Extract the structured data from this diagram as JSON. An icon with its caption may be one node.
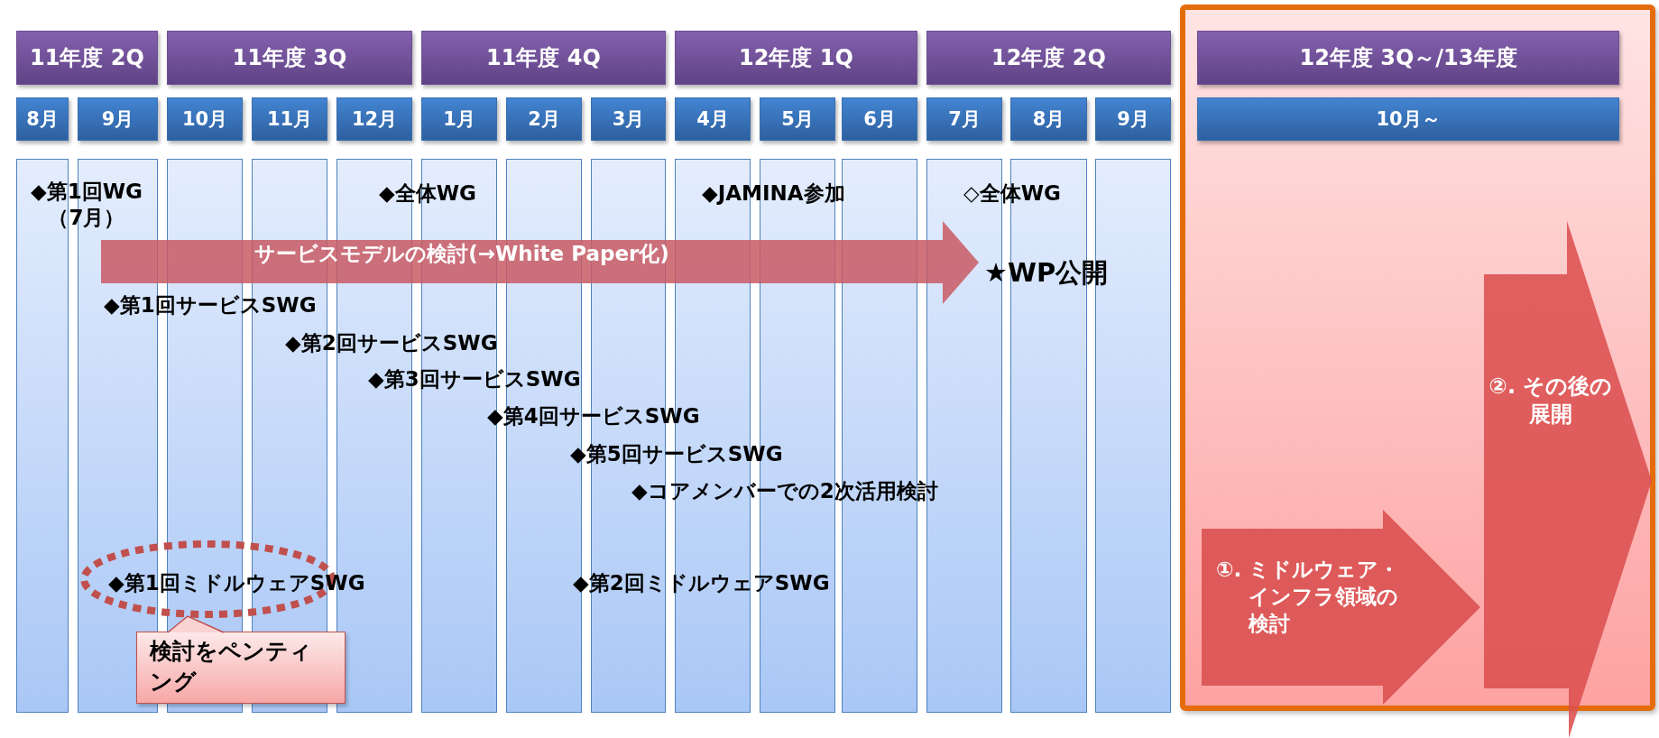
{
  "diagram": {
    "nodes": [
      {
        "text": [],
        "shape": "box"
      },
      {
        "text": [
          "11年度 2Q"
        ]
      },
      {
        "text": [
          "11年度 3Q"
        ]
      },
      {
        "text": [
          "11年度 4Q"
        ]
      },
      {
        "text": [
          "12年度 1Q"
        ]
      },
      {
        "text": [
          "12年度 2Q"
        ]
      },
      {
        "text": [
          "12年度 3Q～/13年度"
        ],
        "in": 0
      },
      {
        "text": [
          "8月"
        ]
      },
      {
        "text": [
          "9月"
        ]
      },
      {
        "text": [
          "10月"
        ]
      },
      {
        "text": [
          "11月"
        ]
      },
      {
        "text": [
          "12月"
        ]
      },
      {
        "text": [
          "1月"
        ]
      },
      {
        "text": [
          "2月"
        ]
      },
      {
        "text": [
          "3月"
        ]
      },
      {
        "text": [
          "4月"
        ]
      },
      {
        "text": [
          "5月"
        ]
      },
      {
        "text": [
          "6月"
        ]
      },
      {
        "text": [
          "7月"
        ]
      },
      {
        "text": [
          "8月"
        ]
      },
      {
        "text": [
          "9月"
        ]
      },
      {
        "text": [
          "10月～"
        ],
        "in": 0
      },
      {
        "text": [
          "サービスモデルの検討(→White Paper化)"
        ],
        "beside": [
          "★WP公開"
        ]
      },
      {
        "text": [],
        "shape": "ellipse"
      },
      {
        "text": [
          "検討をペンティング"
        ]
      },
      {
        "text": [
          "①. ミドルウェア・インフラ領域の検討"
        ],
        "in": 0
      },
      {
        "text": [
          "②. その後の展開"
        ],
        "in": 0
      }
    ],
    "edges": [
      {
        "from": 24,
        "to": 23,
        "arrow": "none"
      }
    ],
    "labels": [
      "◆第1回WG （7月）",
      "◆全体WG",
      "◆JAMINA参加",
      "◇全体WG",
      "◆第1回サービスSWG",
      "◆第2回サービスSWG",
      "◆第3回サービスSWG",
      "◆第4回サービスSWG",
      "◆第5回サービスSWG",
      "◆コアメンバーでの2次活用検討",
      "◆第1回ミドルウェアSWG",
      "◆第2回ミドルウェアSWG"
    ]
  }
}
